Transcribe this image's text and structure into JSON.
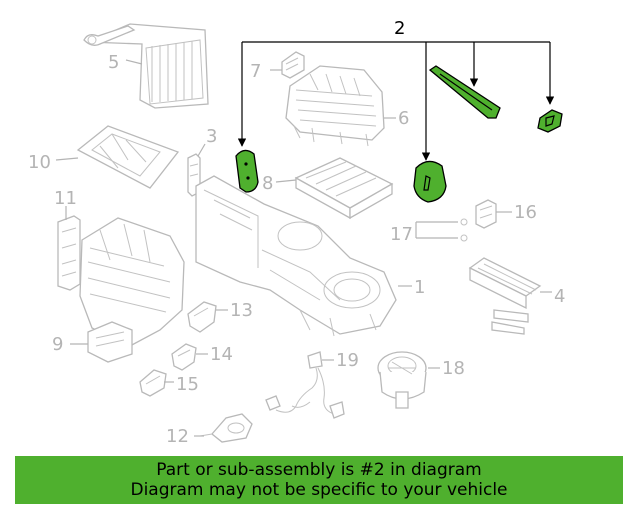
{
  "diagram": {
    "callouts": [
      "1",
      "2",
      "3",
      "4",
      "5",
      "6",
      "7",
      "8",
      "9",
      "10",
      "11",
      "12",
      "13",
      "14",
      "15",
      "16",
      "17",
      "18",
      "19"
    ]
  },
  "banner": {
    "line1": "Part or sub-assembly is #2 in diagram",
    "line2": "Diagram may not be specific to your vehicle"
  },
  "colors": {
    "highlight": "#4fb02e",
    "banner": "#4fb02e",
    "linework": "#b9b9b9"
  }
}
